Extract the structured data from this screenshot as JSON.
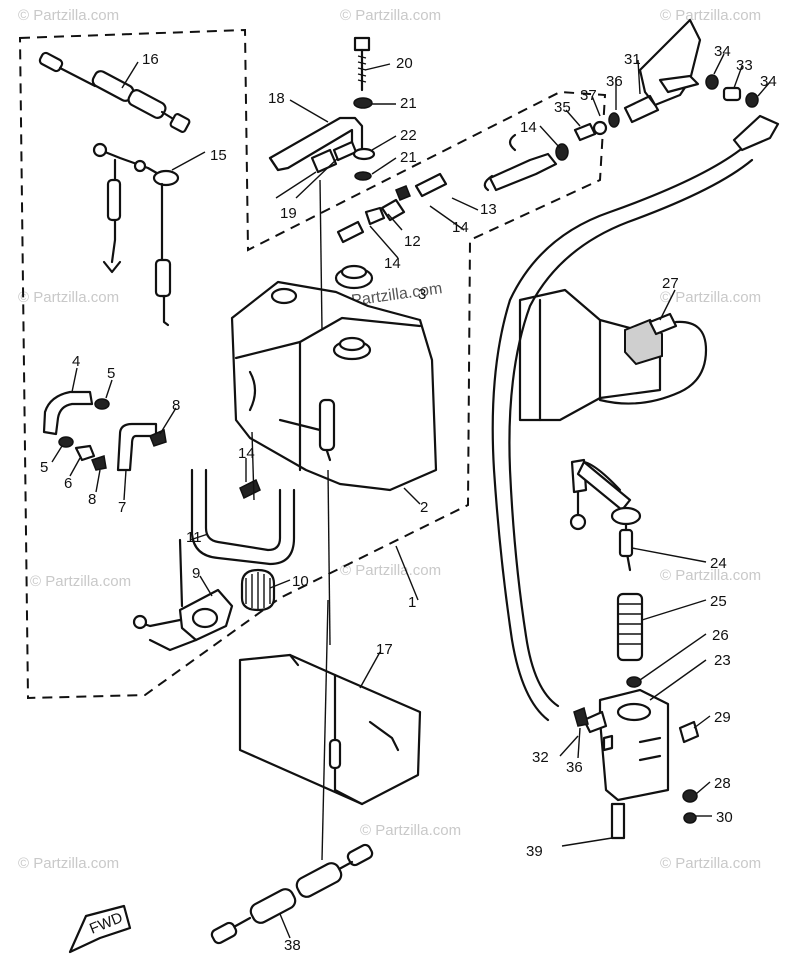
{
  "watermark": {
    "text": "© Partzilla.com",
    "center_text": "© Partzilla.com"
  },
  "fwd_marker": "FWD",
  "callouts": [
    "1",
    "2",
    "3",
    "4",
    "5",
    "5",
    "6",
    "7",
    "8",
    "8",
    "9",
    "10",
    "11",
    "12",
    "13",
    "14",
    "14",
    "14",
    "14",
    "15",
    "16",
    "17",
    "18",
    "19",
    "20",
    "21",
    "21",
    "22",
    "23",
    "24",
    "25",
    "26",
    "27",
    "28",
    "29",
    "30",
    "31",
    "32",
    "33",
    "34",
    "34",
    "35",
    "36",
    "36",
    "37",
    "38",
    "39"
  ]
}
